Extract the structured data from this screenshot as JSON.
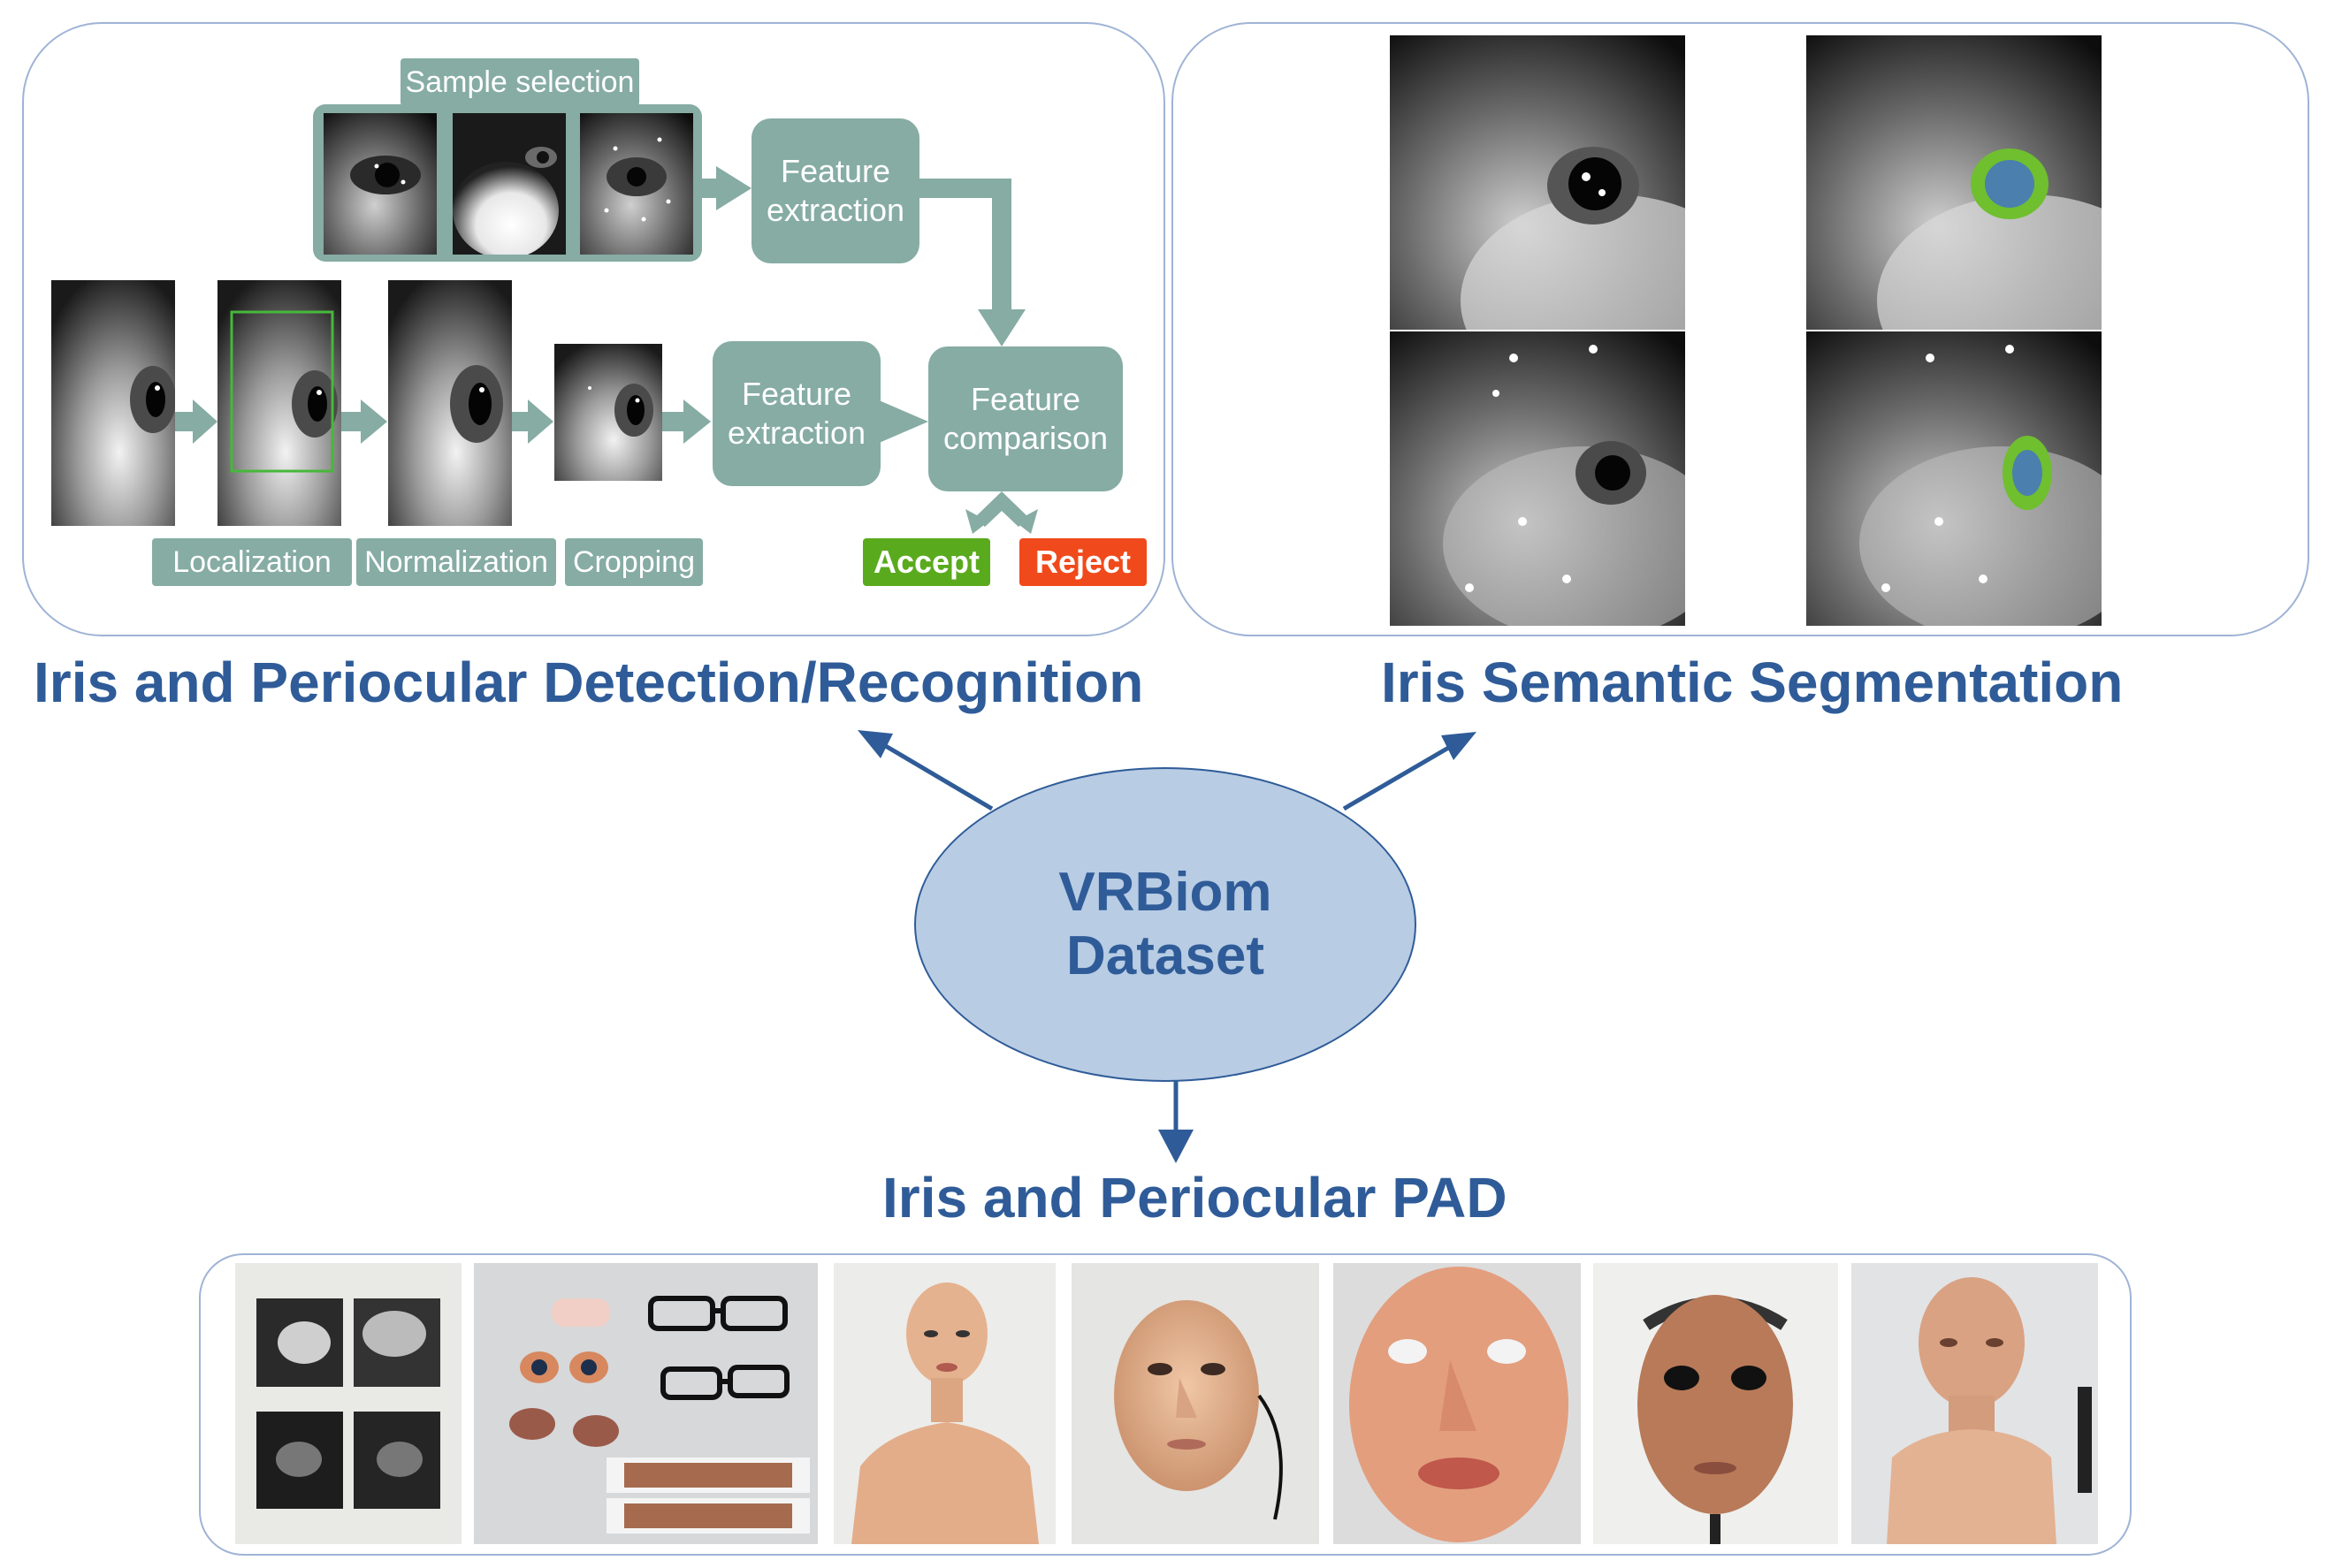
{
  "recognition": {
    "title": "Iris and Periocular Detection/Recognition",
    "sample_selection": "Sample selection",
    "feature_extraction_top": "Feature\nextraction",
    "feature_extraction_bottom": "Feature\nextraction",
    "feature_comparison": "Feature\ncomparison",
    "steps": [
      "Localization",
      "Normalization",
      "Cropping"
    ],
    "accept": "Accept",
    "reject": "Reject",
    "colors": {
      "box": "#86aca3",
      "accept": "#5aaa1e",
      "reject": "#f04a1c"
    }
  },
  "segmentation": {
    "title": "Iris Semantic Segmentation",
    "colors": {
      "mask_outer": "#6fbf2f",
      "mask_inner": "#4a7fae"
    }
  },
  "center": {
    "line1": "VRBiom",
    "line2": "Dataset"
  },
  "pad": {
    "title": "Iris and Periocular PAD",
    "items": [
      "printed-iris-photos",
      "prosthetic-eyes-and-glasses",
      "mannequin-head",
      "silicone-mask-older",
      "latex-full-face-mask",
      "rigid-mask-on-stand",
      "silicone-bust"
    ]
  },
  "colors": {
    "title": "#2f5c98",
    "ellipse_fill": "#b8cce4",
    "arrow": "#2f5c98",
    "panel_border": "#9fb3d6"
  }
}
